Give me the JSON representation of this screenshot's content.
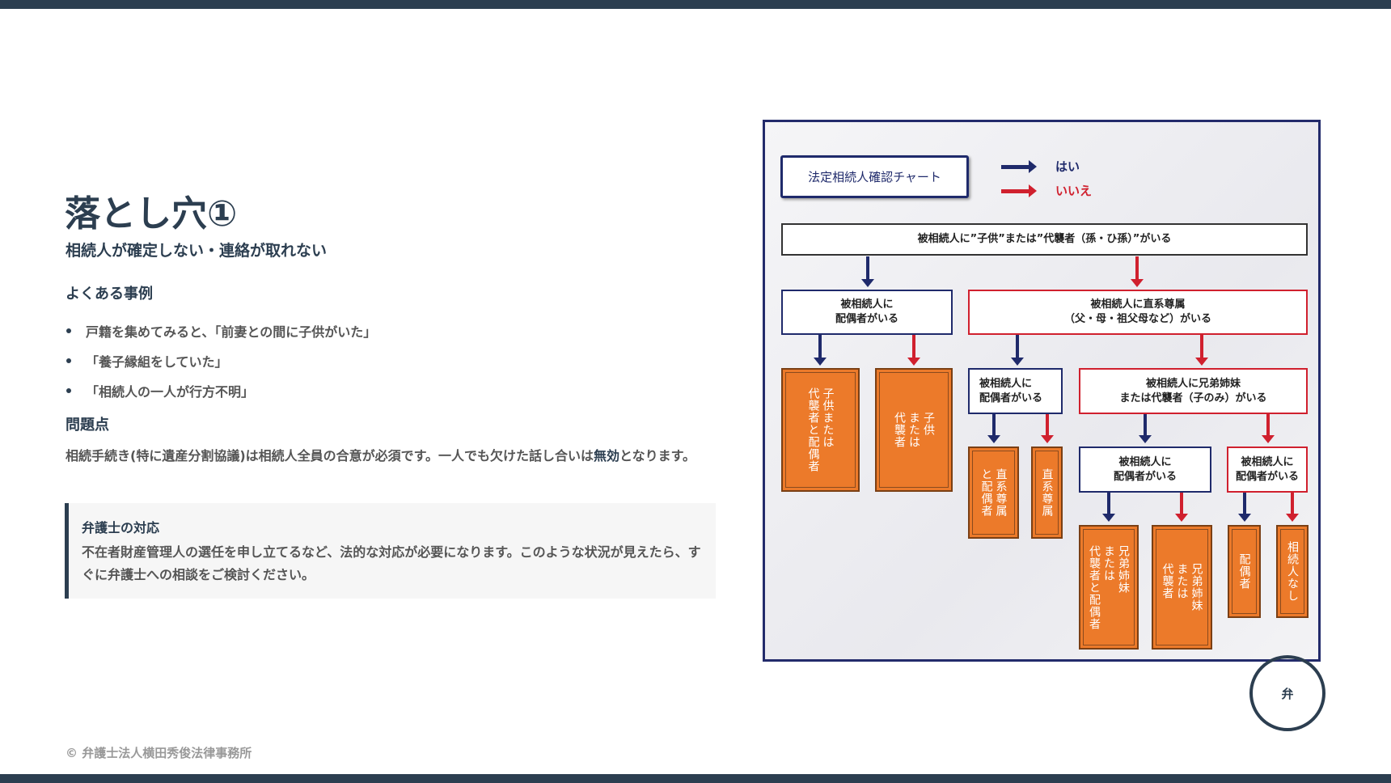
{
  "title": "落とし穴①",
  "subtitle": "相続人が確定しない・連絡が取れない",
  "cases": {
    "heading": "よくある事例",
    "items": [
      "戸籍を集めてみると、「前妻との間に子供がいた」",
      "「養子縁組をしていた」",
      "「相続人の一人が行方不明」"
    ]
  },
  "problem": {
    "heading": "問題点",
    "text_before": "相続手続き(特に遺産分割協議)は相続人全員の合意が必須です。一人でも欠けた話し合いは",
    "emphasis": "無効",
    "text_after": "となります。"
  },
  "callout": {
    "title": "弁護士の対応",
    "body": "不在者財産管理人の選任を申し立てるなど、法的な対応が必要になります。このような状況が見えたら、すぐに弁護士への相談をご検討ください。"
  },
  "footer": "© 弁護士法人横田秀俊法律事務所",
  "seal": "弁",
  "flowchart": {
    "title": "法定相続人確認チャート",
    "legend_yes": "はい",
    "legend_no": "いいえ",
    "q1": "被相続人に”子供”または”代襲者（孫・ひ孫）”がいる",
    "q2a": "被相続人に\n配偶者がいる",
    "q2b": "被相続人に直系尊属\n（父・母・祖父母など）がいる",
    "q3a": "被相続人に\n配偶者がいる",
    "q3b": "被相続人に兄弟姉妹\nまたは代襲者（子のみ）がいる",
    "q4a": "被相続人に\n配偶者がいる",
    "q4b": "被相続人に\n配偶者がいる",
    "r1": "子供または\n代襲者と配偶者",
    "r2": "子供\nまたは\n代襲者",
    "r3": "直系尊属\nと配偶者",
    "r4": "直系尊属",
    "r5": "兄弟姉妹\nまたは\n代襲者と配偶者",
    "r6": "兄弟姉妹\nまたは\n代襲者",
    "r7": "配偶者",
    "r8": "相続人なし"
  },
  "colors": {
    "navy": "#2c3e50",
    "yes": "#1f2a6b",
    "no": "#d0202e",
    "result": "#ec7a2a"
  }
}
